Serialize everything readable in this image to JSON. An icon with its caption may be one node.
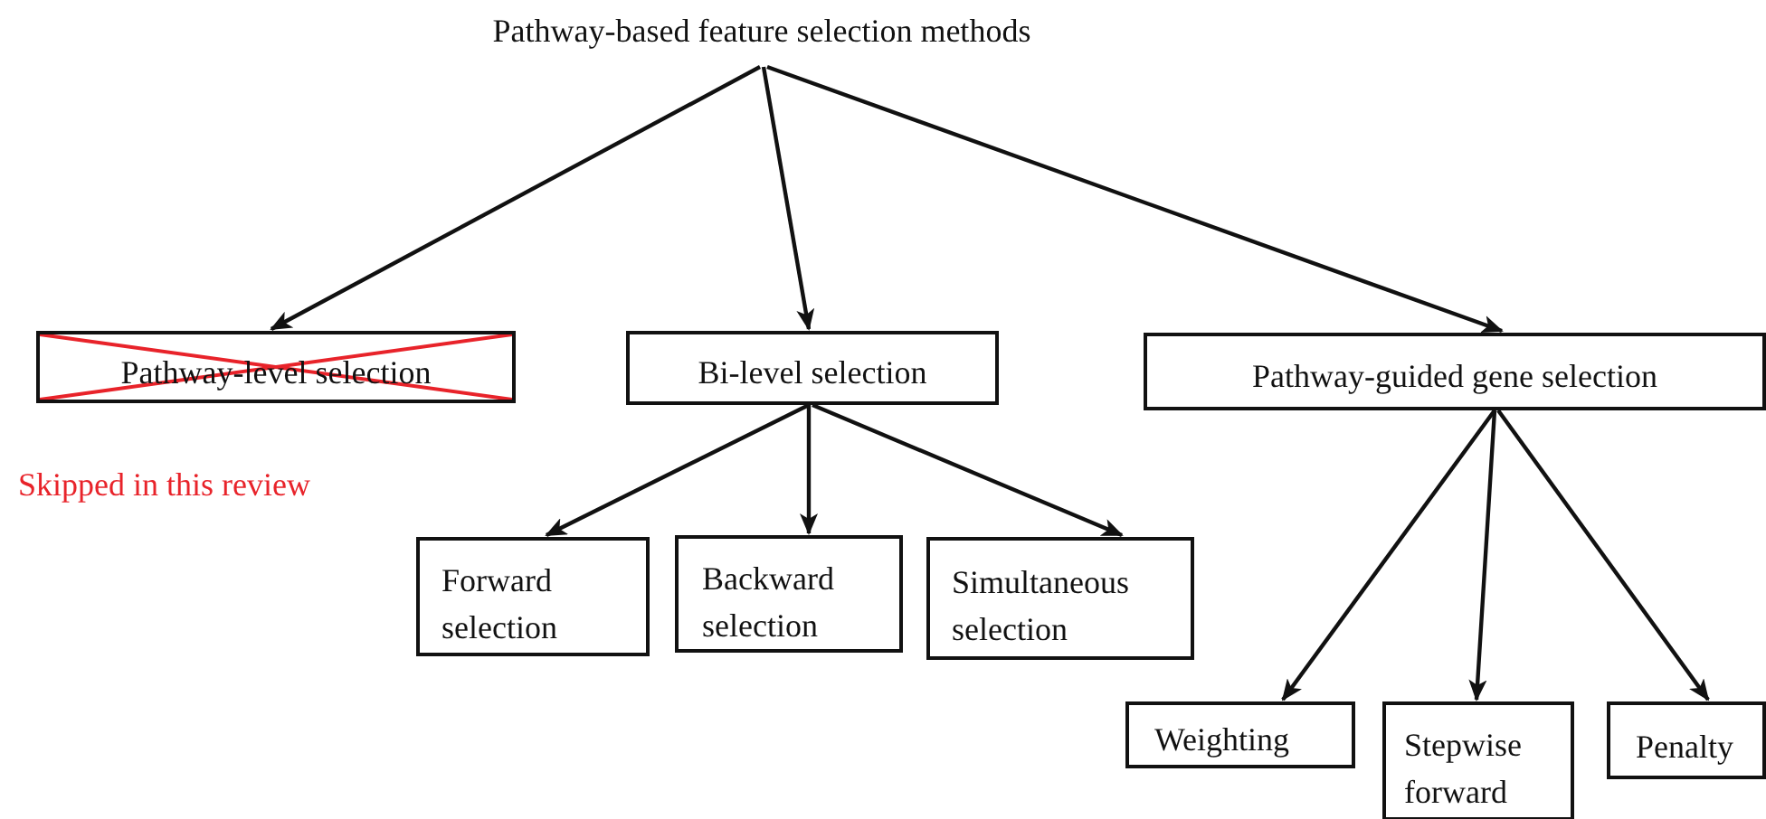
{
  "diagram": {
    "nodes": [
      {
        "text": [
          "Pathway-based feature selection methods"
        ]
      },
      {
        "text": [
          "Pathway-level selection"
        ]
      },
      {
        "text": [
          "Bi-level selection"
        ]
      },
      {
        "text": [
          "Pathway-guided gene selection"
        ]
      },
      {
        "text": [
          "Forward selection"
        ]
      },
      {
        "text": [
          "Backward selection"
        ]
      },
      {
        "text": [
          "Simultaneous selection"
        ]
      },
      {
        "text": [
          "Weighting"
        ]
      },
      {
        "text": [
          "Stepwise forward"
        ]
      },
      {
        "text": [
          "Penalty"
        ]
      }
    ],
    "edges": [
      {
        "from": 0,
        "to": 1,
        "arrow": "to"
      },
      {
        "from": 0,
        "to": 2,
        "arrow": "to"
      },
      {
        "from": 0,
        "to": 3,
        "arrow": "to"
      },
      {
        "from": 2,
        "to": 4,
        "arrow": "to"
      },
      {
        "from": 2,
        "to": 5,
        "arrow": "to"
      },
      {
        "from": 2,
        "to": 6,
        "arrow": "to"
      },
      {
        "from": 3,
        "to": 7,
        "arrow": "to"
      },
      {
        "from": 3,
        "to": 8,
        "arrow": "to"
      },
      {
        "from": 3,
        "to": 9,
        "arrow": "to"
      }
    ],
    "labels": [
      "Skipped in this review"
    ]
  }
}
